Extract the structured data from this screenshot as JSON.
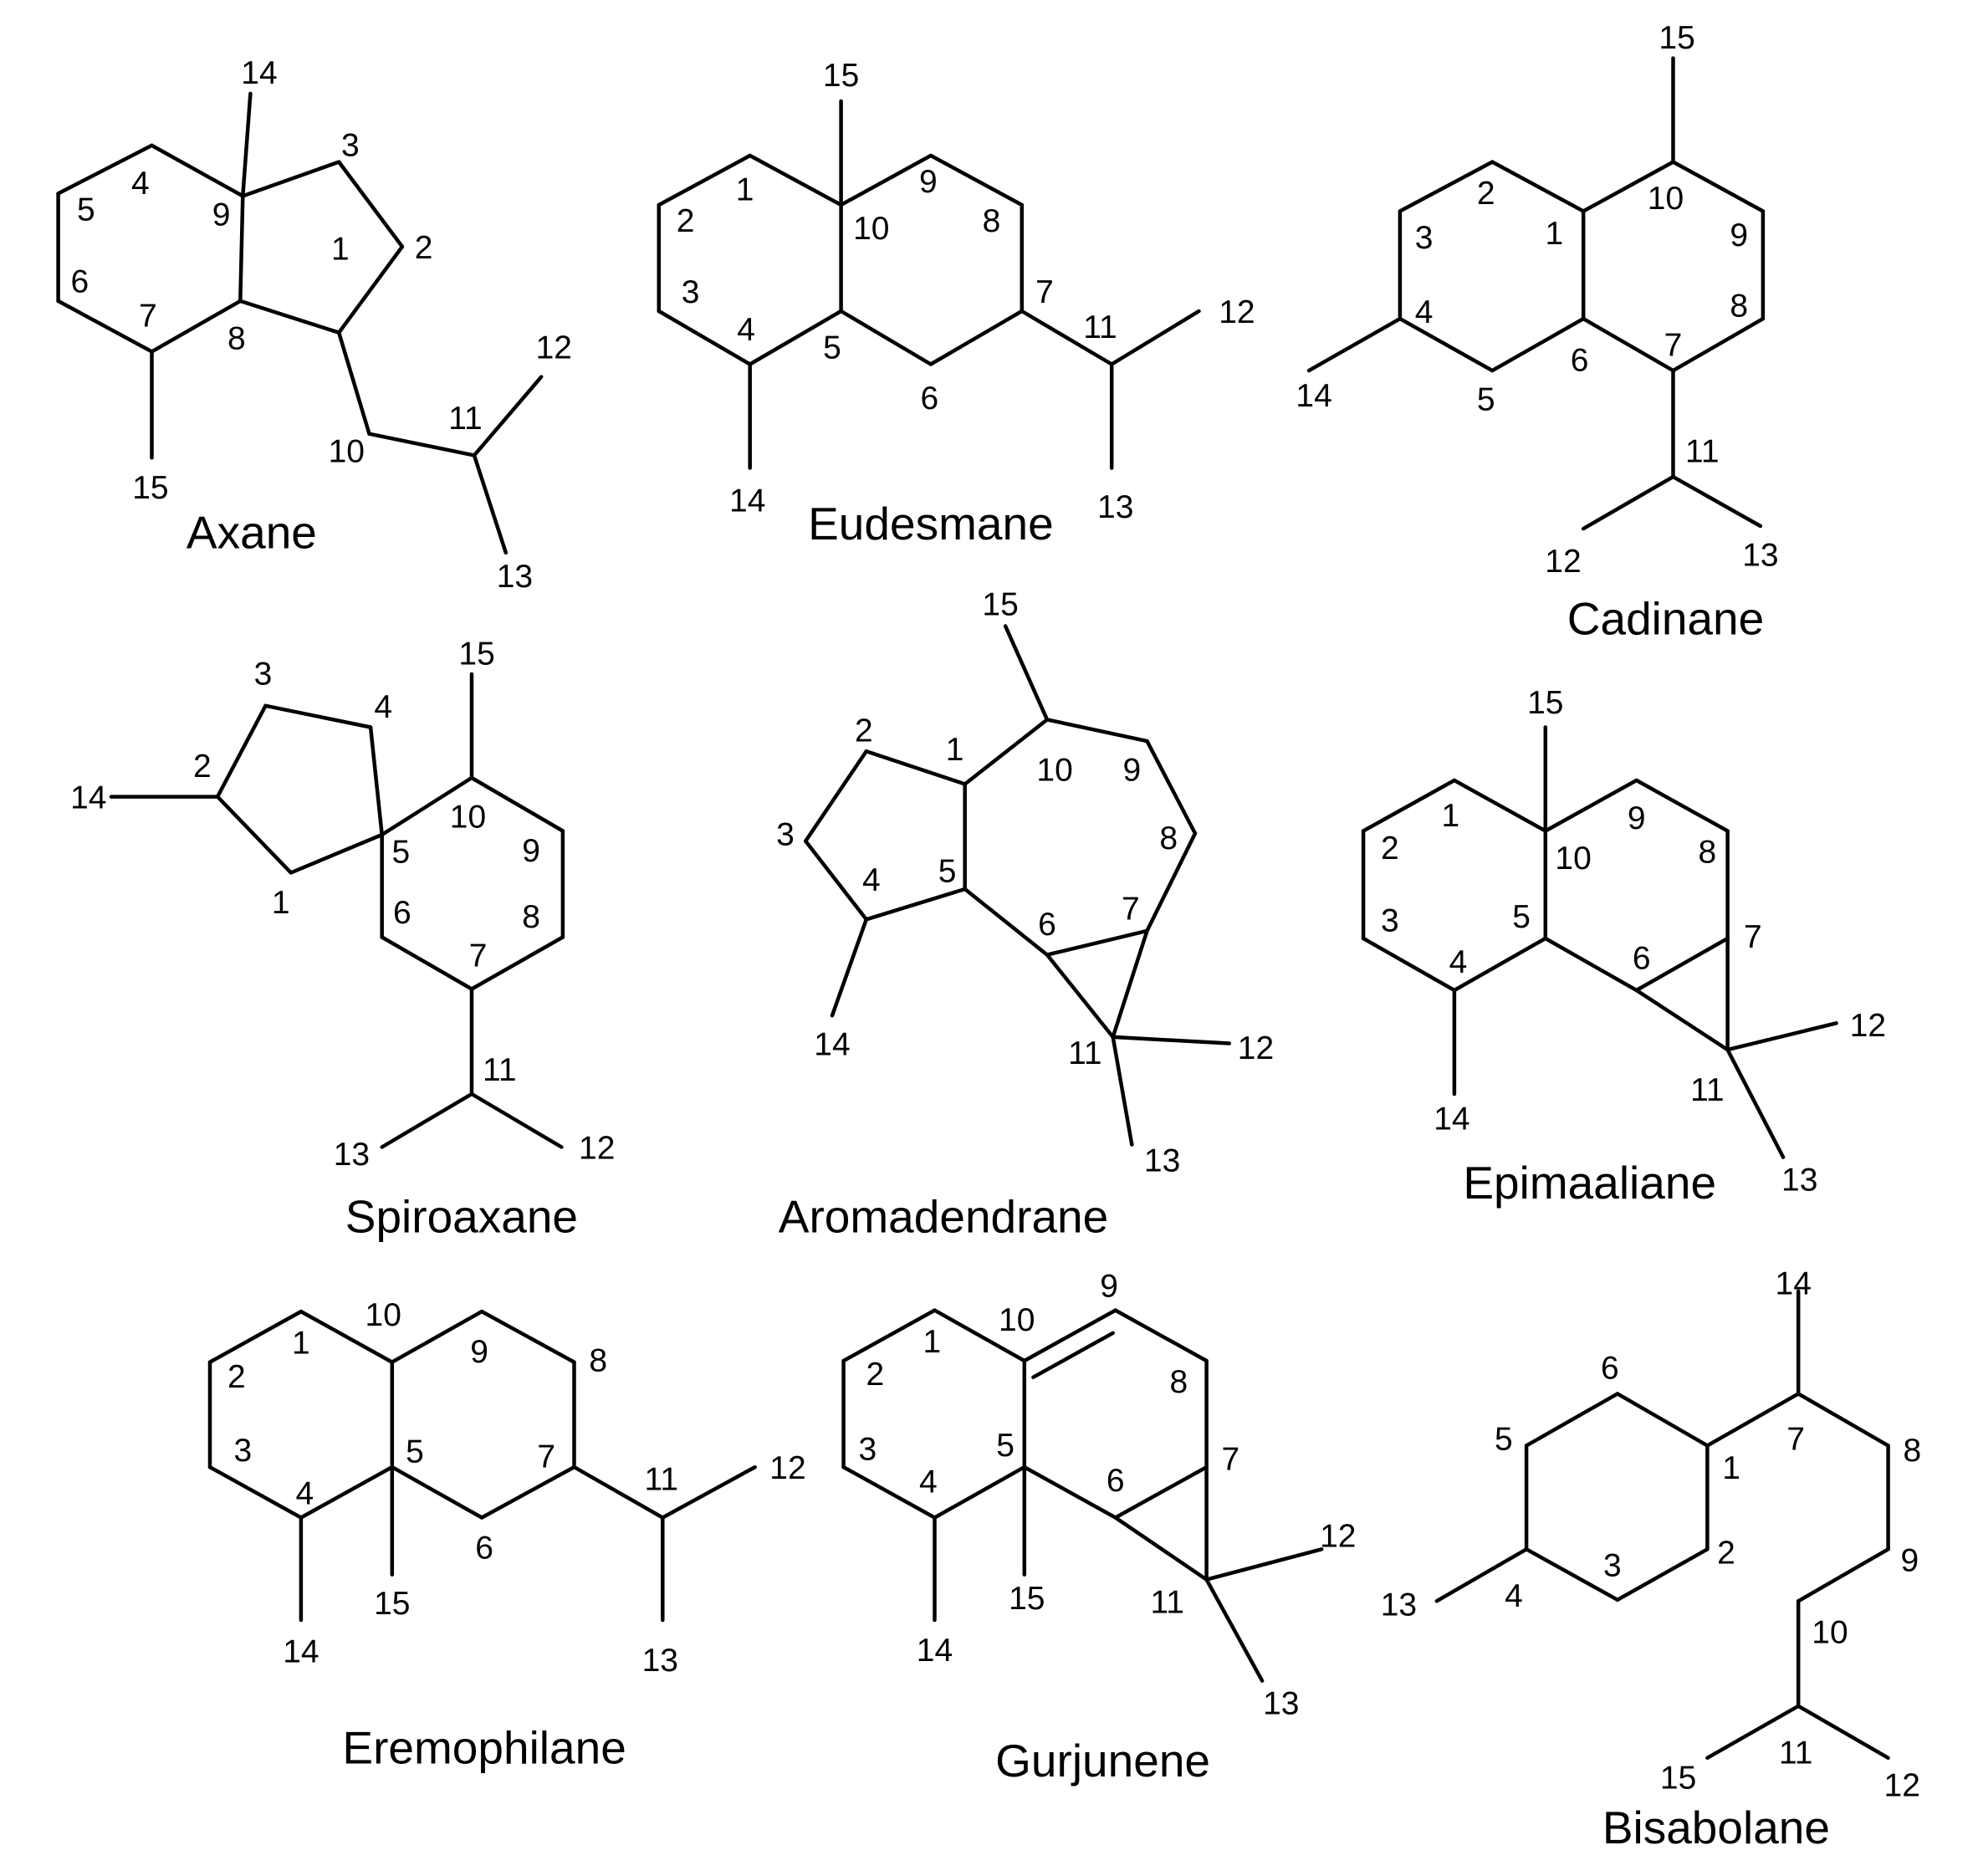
{
  "structures": [
    {
      "id": "axane",
      "name": "Axane",
      "atoms": [
        "1",
        "2",
        "3",
        "4",
        "5",
        "6",
        "7",
        "8",
        "9",
        "10",
        "11",
        "12",
        "13",
        "14",
        "15"
      ]
    },
    {
      "id": "eudesmane",
      "name": "Eudesmane",
      "atoms": [
        "1",
        "2",
        "3",
        "4",
        "5",
        "6",
        "7",
        "8",
        "9",
        "10",
        "11",
        "12",
        "13",
        "14",
        "15"
      ]
    },
    {
      "id": "cadinane",
      "name": "Cadinane",
      "atoms": [
        "1",
        "2",
        "3",
        "4",
        "5",
        "6",
        "7",
        "8",
        "9",
        "10",
        "11",
        "12",
        "13",
        "14",
        "15"
      ]
    },
    {
      "id": "spiroaxane",
      "name": "Spiroaxane",
      "atoms": [
        "1",
        "2",
        "3",
        "4",
        "5",
        "6",
        "7",
        "8",
        "9",
        "10",
        "11",
        "12",
        "13",
        "14",
        "15"
      ]
    },
    {
      "id": "aromadendrane",
      "name": "Aromadendrane",
      "atoms": [
        "1",
        "2",
        "3",
        "4",
        "5",
        "6",
        "7",
        "8",
        "9",
        "10",
        "11",
        "12",
        "13",
        "14",
        "15"
      ]
    },
    {
      "id": "epimaaliane",
      "name": "Epimaaliane",
      "atoms": [
        "1",
        "2",
        "3",
        "4",
        "5",
        "6",
        "7",
        "8",
        "9",
        "10",
        "11",
        "12",
        "13",
        "14",
        "15"
      ]
    },
    {
      "id": "eremophilane",
      "name": "Eremophilane",
      "atoms": [
        "1",
        "2",
        "3",
        "4",
        "5",
        "6",
        "7",
        "8",
        "9",
        "10",
        "11",
        "12",
        "13",
        "14",
        "15"
      ]
    },
    {
      "id": "gurjunene",
      "name": "Gurjunene",
      "atoms": [
        "1",
        "2",
        "3",
        "4",
        "5",
        "6",
        "7",
        "8",
        "9",
        "10",
        "11",
        "12",
        "13",
        "14",
        "15"
      ]
    },
    {
      "id": "bisabolane",
      "name": "Bisabolane",
      "atoms": [
        "1",
        "2",
        "3",
        "4",
        "5",
        "6",
        "7",
        "8",
        "9",
        "10",
        "11",
        "12",
        "13",
        "14",
        "15"
      ]
    }
  ]
}
